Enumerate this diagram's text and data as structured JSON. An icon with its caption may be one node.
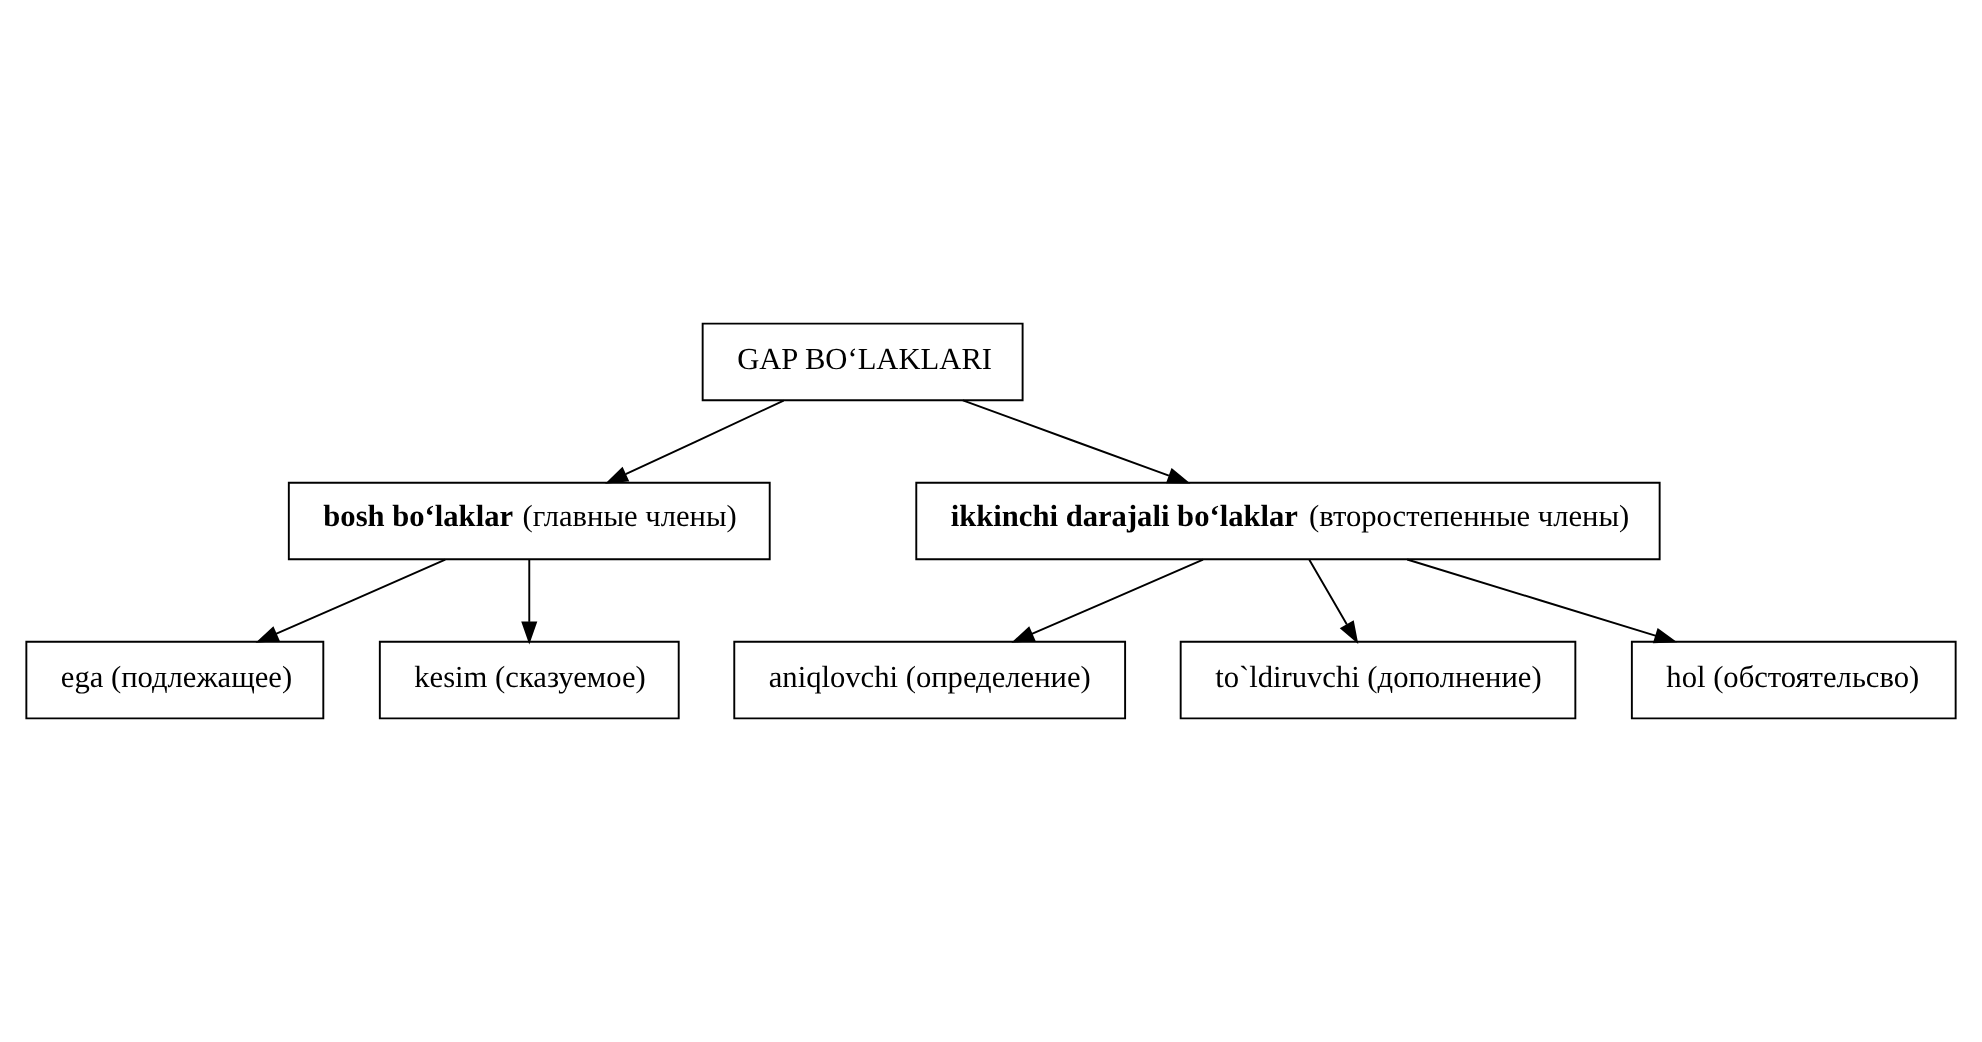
{
  "diagram": {
    "nodes": [
      {
        "text": [
          "GAP BO‘LAKLARI"
        ]
      },
      {
        "text": [
          "**bosh bo‘laklar** (главные члены)"
        ]
      },
      {
        "text": [
          "**ikkinchi darajali bo‘laklar** (второстепенные члены)"
        ]
      },
      {
        "text": [
          "ega (подлежащее)"
        ]
      },
      {
        "text": [
          "kesim (сказуемое)"
        ]
      },
      {
        "text": [
          "aniqlovchi (определение)"
        ]
      },
      {
        "text": [
          "to`ldiruvchi (дополнение)"
        ]
      },
      {
        "text": [
          "hol (обстоятельсво)"
        ]
      }
    ],
    "edges": [
      {
        "from": 0,
        "to": 1,
        "arrow": "to"
      },
      {
        "from": 0,
        "to": 2,
        "arrow": "to"
      },
      {
        "from": 1,
        "to": 3,
        "arrow": "to"
      },
      {
        "from": 1,
        "to": 4,
        "arrow": "to"
      },
      {
        "from": 2,
        "to": 5,
        "arrow": "to"
      },
      {
        "from": 2,
        "to": 6,
        "arrow": "to"
      },
      {
        "from": 2,
        "to": 7,
        "arrow": "to"
      }
    ]
  }
}
